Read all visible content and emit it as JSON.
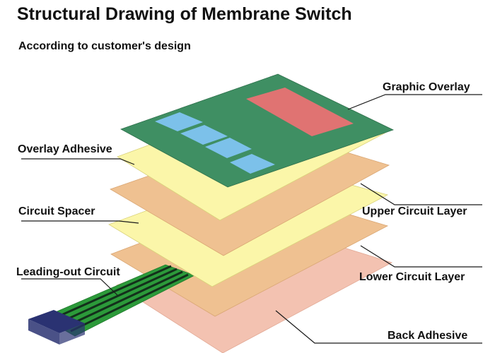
{
  "title": "Structural Drawing of Membrane Switch",
  "subtitle": "According to customer's design",
  "labels": {
    "graphic_overlay": "Graphic Overlay",
    "overlay_adhesive": "Overlay Adhesive",
    "circuit_spacer": "Circuit Spacer",
    "leading_out_circuit": "Leading-out Circuit",
    "upper_circuit_layer": "Upper Circuit Layer",
    "lower_circuit_layer": "Lower Circuit Layer",
    "back_adhesive": "Back Adhesive"
  },
  "colors": {
    "graphic_overlay": "#3f8f63",
    "window_large": "#e07372",
    "window_small": "#7cc1ea",
    "adhesive_yellow": "#fbf6a9",
    "circuit_orange": "#efc191",
    "back_adhesive": "#f3c2b1",
    "tail_green": "#2c9a3a",
    "trace_dark": "#13301b",
    "connector": "#2a3272",
    "leader": "#1a1a1a"
  }
}
